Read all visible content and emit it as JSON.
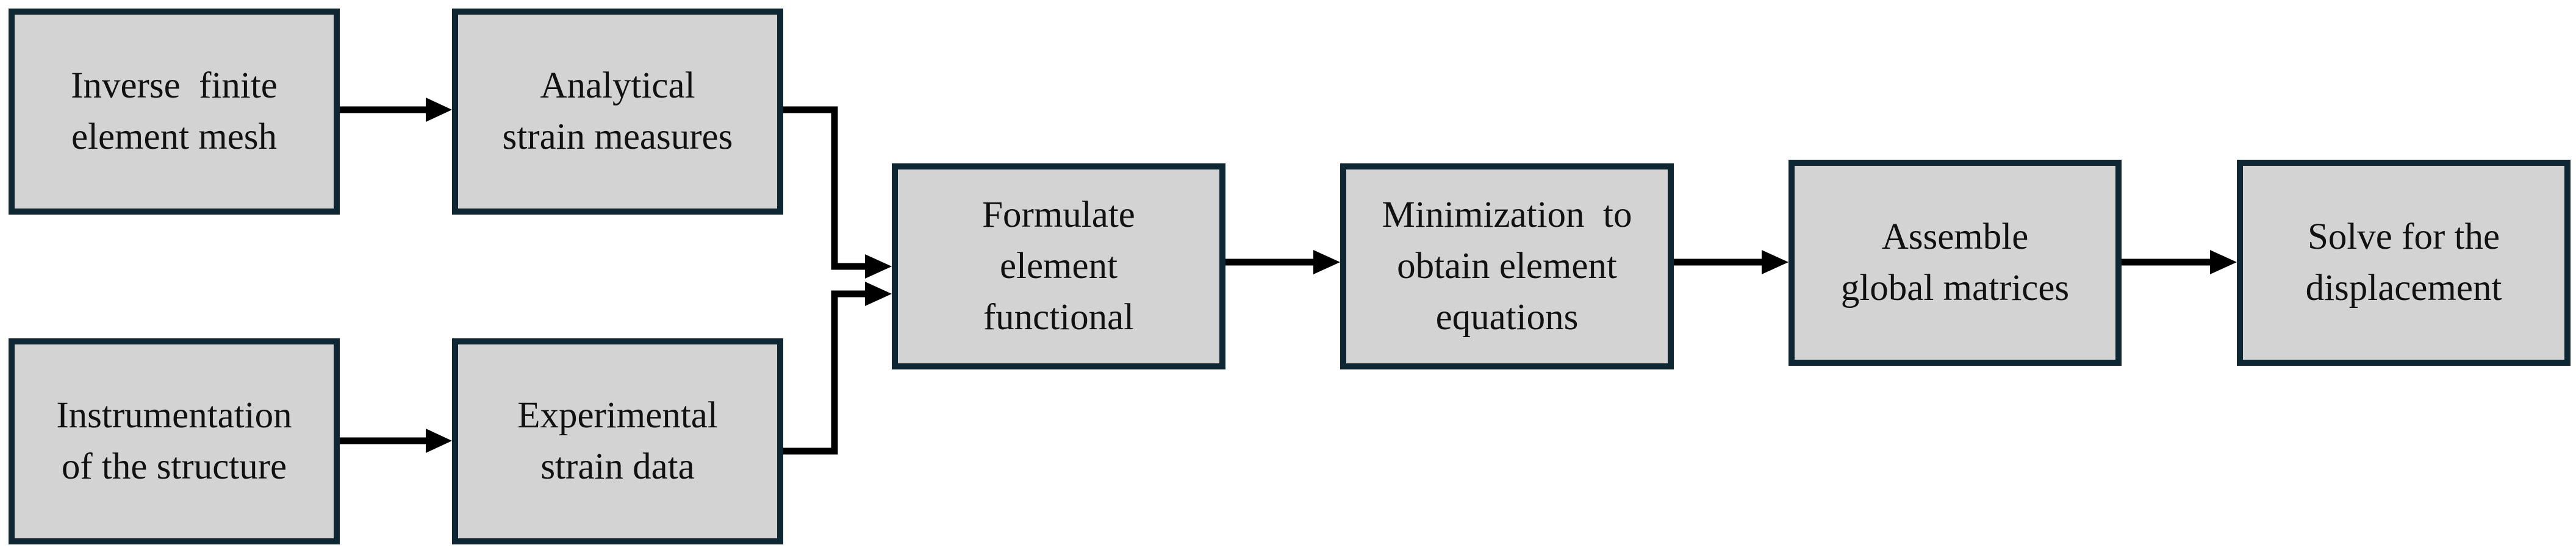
{
  "diagram": {
    "type": "flowchart",
    "colors": {
      "box_fill": "#d3d3d3",
      "box_border": "#0f2733",
      "arrow": "#000000",
      "text": "#111111"
    },
    "nodes": {
      "inverse_mesh": {
        "lines": [
          "Inverse  finite",
          "element mesh"
        ]
      },
      "analytical": {
        "lines": [
          "Analytical",
          "strain measures"
        ]
      },
      "instrumentation": {
        "lines": [
          "Instrumentation",
          "of the structure"
        ]
      },
      "experimental": {
        "lines": [
          "Experimental",
          "strain data"
        ]
      },
      "formulate": {
        "lines": [
          "Formulate",
          "element",
          "functional"
        ]
      },
      "minimization": {
        "lines": [
          "Minimization  to",
          "obtain element",
          "equations"
        ]
      },
      "assemble": {
        "lines": [
          "Assemble",
          "global matrices"
        ]
      },
      "solve": {
        "lines": [
          "Solve for the",
          "displacement"
        ]
      }
    },
    "edges": [
      {
        "from": "inverse_mesh",
        "to": "analytical"
      },
      {
        "from": "instrumentation",
        "to": "experimental"
      },
      {
        "from": "analytical",
        "to": "formulate"
      },
      {
        "from": "experimental",
        "to": "formulate"
      },
      {
        "from": "formulate",
        "to": "minimization"
      },
      {
        "from": "minimization",
        "to": "assemble"
      },
      {
        "from": "assemble",
        "to": "solve"
      }
    ]
  }
}
